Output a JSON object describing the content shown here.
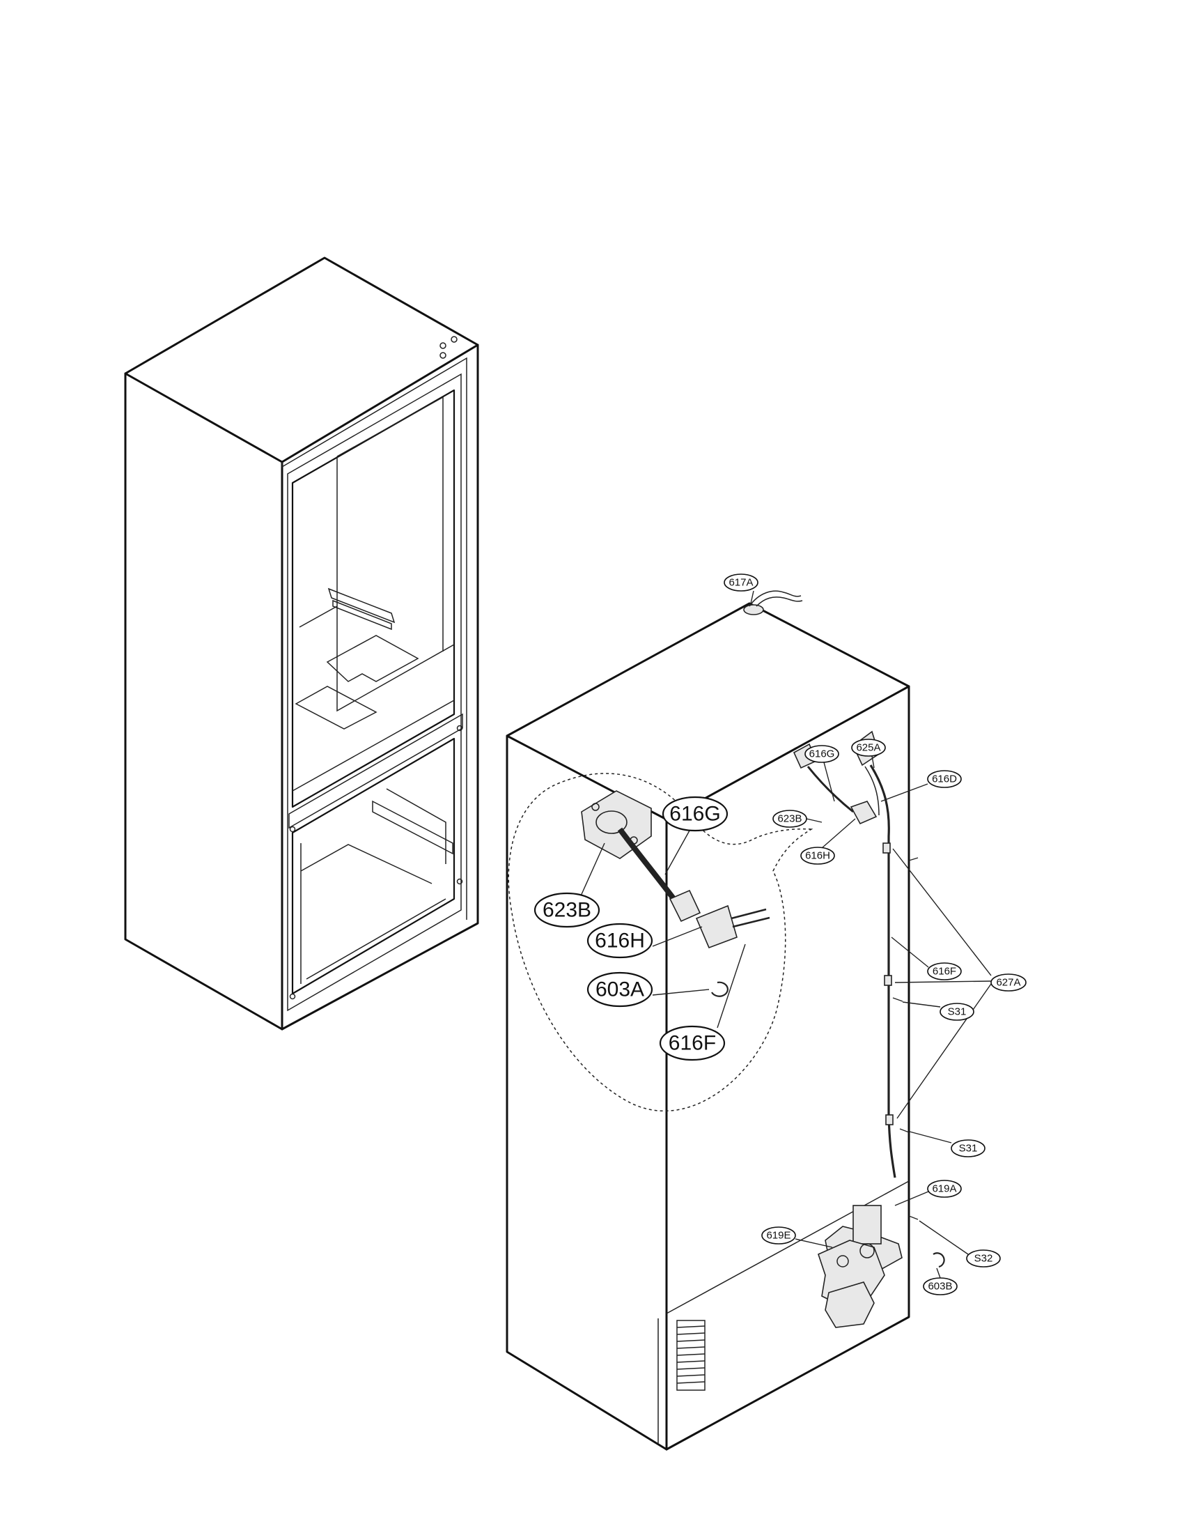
{
  "labels": {
    "l617A": "617A",
    "l625A": "625A",
    "l616G_s": "616G",
    "l616D": "616D",
    "l623B_s": "623B",
    "l616H_s": "616H",
    "l616F_s": "616F",
    "l627A": "627A",
    "l31a": "S31",
    "l31b": "S31",
    "l619A": "619A",
    "l619E": "619E",
    "l32": "S32",
    "l603B": "603B",
    "l616G_b": "616G",
    "l623B_b": "623B",
    "l616H_b": "616H",
    "l603A_b": "603A",
    "l616F_b": "616F"
  }
}
